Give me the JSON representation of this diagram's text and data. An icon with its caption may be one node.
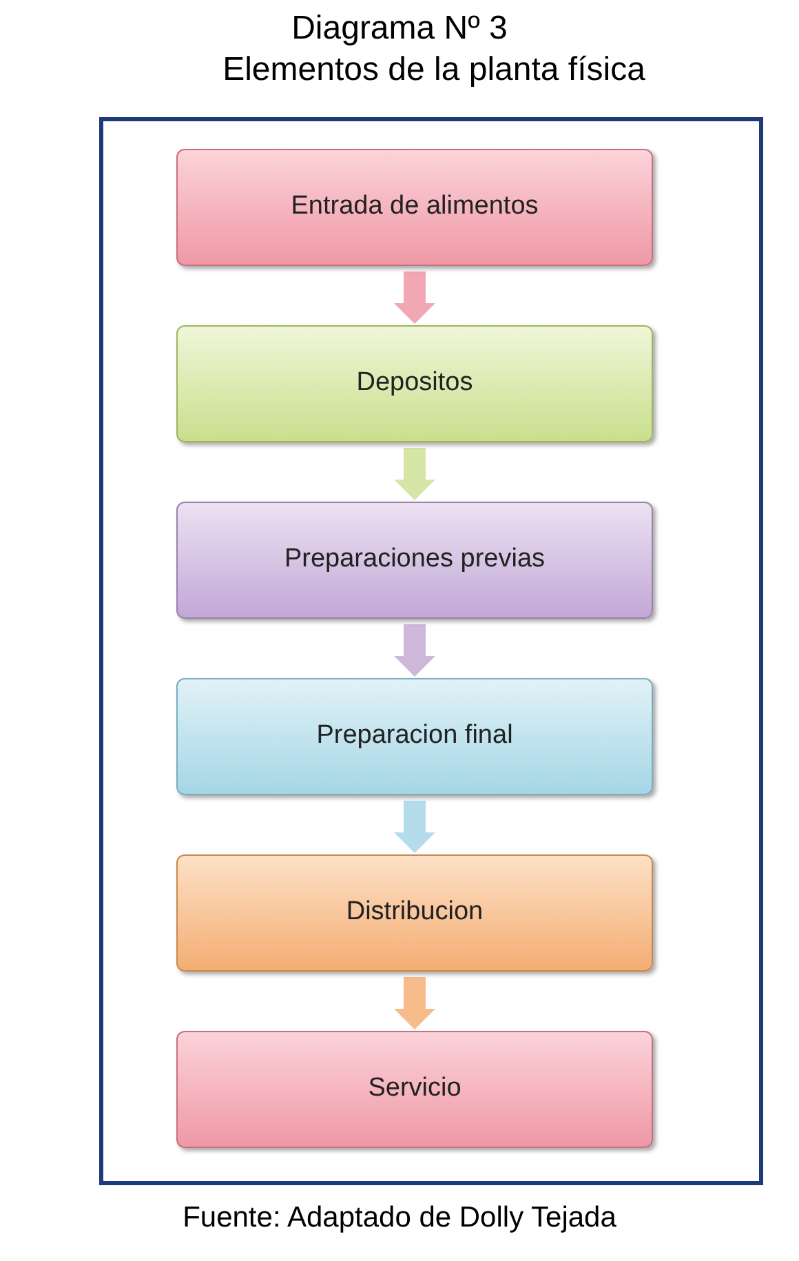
{
  "diagram": {
    "title": "Diagrama Nº 3",
    "caption": "Fuente: Adaptado de Dolly Tejada",
    "labels": [
      "Elementos de la planta física"
    ],
    "nodes": [
      {
        "text": [],
        "shape": "box"
      },
      {
        "text": [
          "Entrada de alimentos"
        ],
        "in": 0
      },
      {
        "text": [
          "Depositos"
        ],
        "in": 0
      },
      {
        "text": [
          "Preparaciones previas"
        ],
        "in": 0
      },
      {
        "text": [
          "Preparacion final"
        ],
        "in": 0
      },
      {
        "text": [
          "Distribucion"
        ],
        "in": 0
      },
      {
        "text": [
          "Servicio"
        ],
        "in": 0
      }
    ],
    "edges": [
      {
        "from": 1,
        "to": 2,
        "arrow": "to",
        "color": "#f2a7b4"
      },
      {
        "from": 2,
        "to": 3,
        "arrow": "to",
        "color": "#d6e6a6"
      },
      {
        "from": 3,
        "to": 4,
        "arrow": "to",
        "color": "#cdb8dc"
      },
      {
        "from": 4,
        "to": 5,
        "arrow": "to",
        "color": "#b4dcea"
      },
      {
        "from": 5,
        "to": 6,
        "arrow": "to",
        "color": "#f6bd8a"
      }
    ]
  }
}
